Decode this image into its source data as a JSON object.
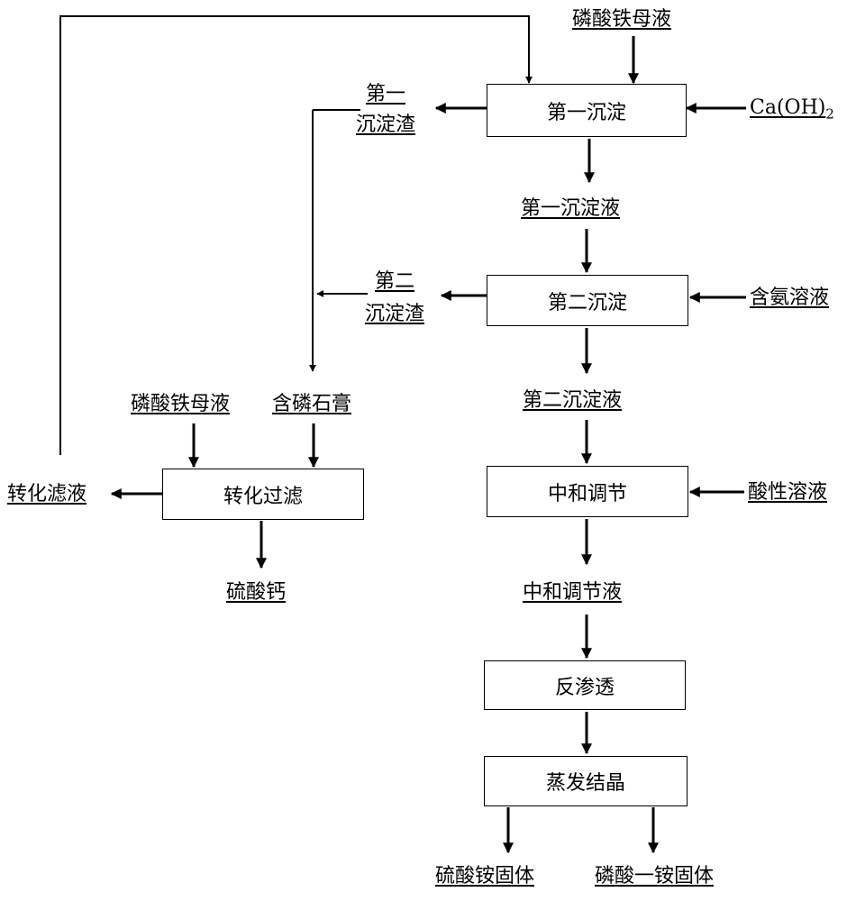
{
  "boxes": {
    "first_precip": "第一沉淀",
    "second_precip": "第二沉淀",
    "neutralize": "中和调节",
    "reverse_osmosis": "反渗透",
    "evaporate": "蒸发结晶",
    "transform_filter": "转化过滤"
  },
  "labels": {
    "feed_top": "磷酸铁母液",
    "caoh2_main": "Ca(OH)",
    "caoh2_sub": "2",
    "first_residue_l1": "第一",
    "first_residue_l2": "沉淀渣",
    "first_liquid": "第一沉淀液",
    "ammonia": "含氨溶液",
    "second_residue_l1": "第二",
    "second_residue_l2": "沉淀渣",
    "second_liquid": "第二沉淀液",
    "acid": "酸性溶液",
    "neutral_liquid": "中和调节液",
    "ammonium_sulfate": "硫酸铵固体",
    "map_solid": "磷酸一铵固体",
    "feed_left": "磷酸铁母液",
    "phospho_gypsum": "含磷石膏",
    "transform_filtrate": "转化滤液",
    "calcium_sulfate": "硫酸钙"
  }
}
